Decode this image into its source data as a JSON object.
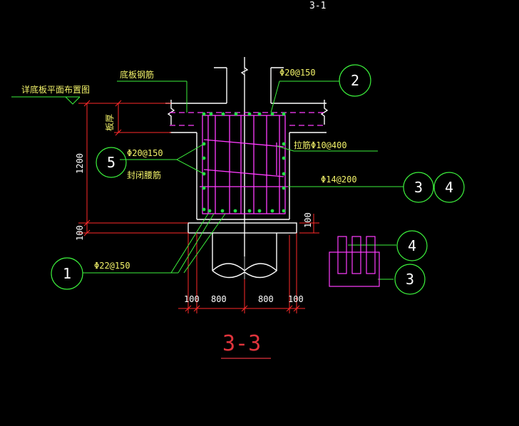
{
  "colors": {
    "background": "#000000",
    "concrete": "#ffffff",
    "rebar": "#ff3cff",
    "rebar_dots": "#22dd44",
    "dimension": "#ff2a2a",
    "leader": "#3cf03c",
    "title": "#e0343c",
    "text": "#ffffff"
  },
  "labels": {
    "elevation_note": "详底板平面布置图",
    "slab_rebar": "底板钢筋",
    "slab_thickness": "板厚",
    "top_rebar": "Φ20@150",
    "tie_bar": "拉筋Φ10@400",
    "side_rebar": "Φ20@150",
    "closed_stirrup": "封闭腰筋",
    "web_rebar": "Φ14@200",
    "bottom_rebar": "Φ22@150",
    "section_title": "3-3",
    "top_partial_text": "3-1"
  },
  "callouts": {
    "c1": "1",
    "c2": "2",
    "c3a": "3",
    "c4a": "4",
    "c4b": "4",
    "c3b": "3",
    "c5": "5"
  },
  "dimensions": {
    "height_total": "1200",
    "cushion_left": "100",
    "cushion_right": "100",
    "bottom_left_edge": "100",
    "bottom_left_half": "800",
    "bottom_right_half": "800",
    "bottom_right_edge": "100"
  }
}
